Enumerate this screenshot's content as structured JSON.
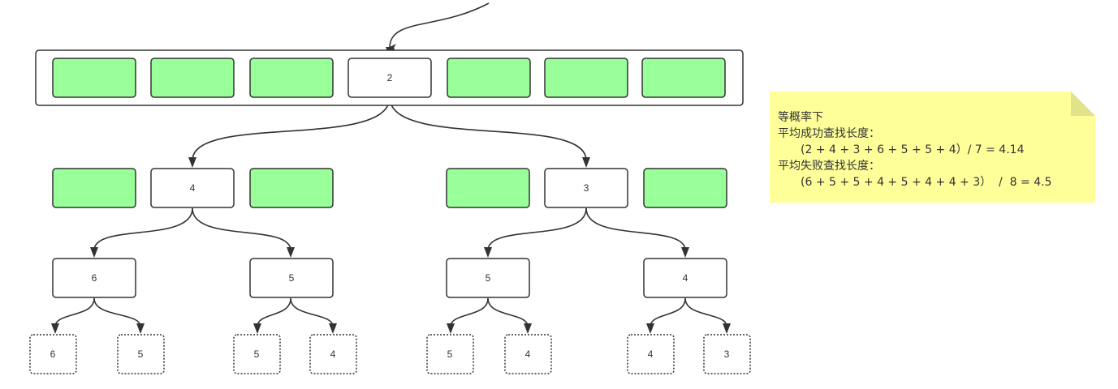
{
  "colors": {
    "filled": "#99ff99",
    "stroke": "#333333",
    "note_bg": "#ffff99"
  },
  "nodes": {
    "root": "2",
    "l1_left": "4",
    "l1_right": "3",
    "l2_a": "6",
    "l2_b": "5",
    "l2_c": "5",
    "l2_d": "4",
    "leaf_1": "6",
    "leaf_2": "5",
    "leaf_3": "5",
    "leaf_4": "4",
    "leaf_5": "5",
    "leaf_6": "4",
    "leaf_7": "4",
    "leaf_8": "3"
  },
  "note": {
    "title": "等概率下",
    "success_label": "平均成功查找长度：",
    "success_formula": "(2 + 4 + 3 + 6 + 5 + 5 + 4）/ 7 = 4.14",
    "fail_label": "平均失败查找长度：",
    "fail_formula": "(6 + 5 + 5 + 4 + 5 + 4 + 4 + 3）  /  8 = 4.5"
  }
}
